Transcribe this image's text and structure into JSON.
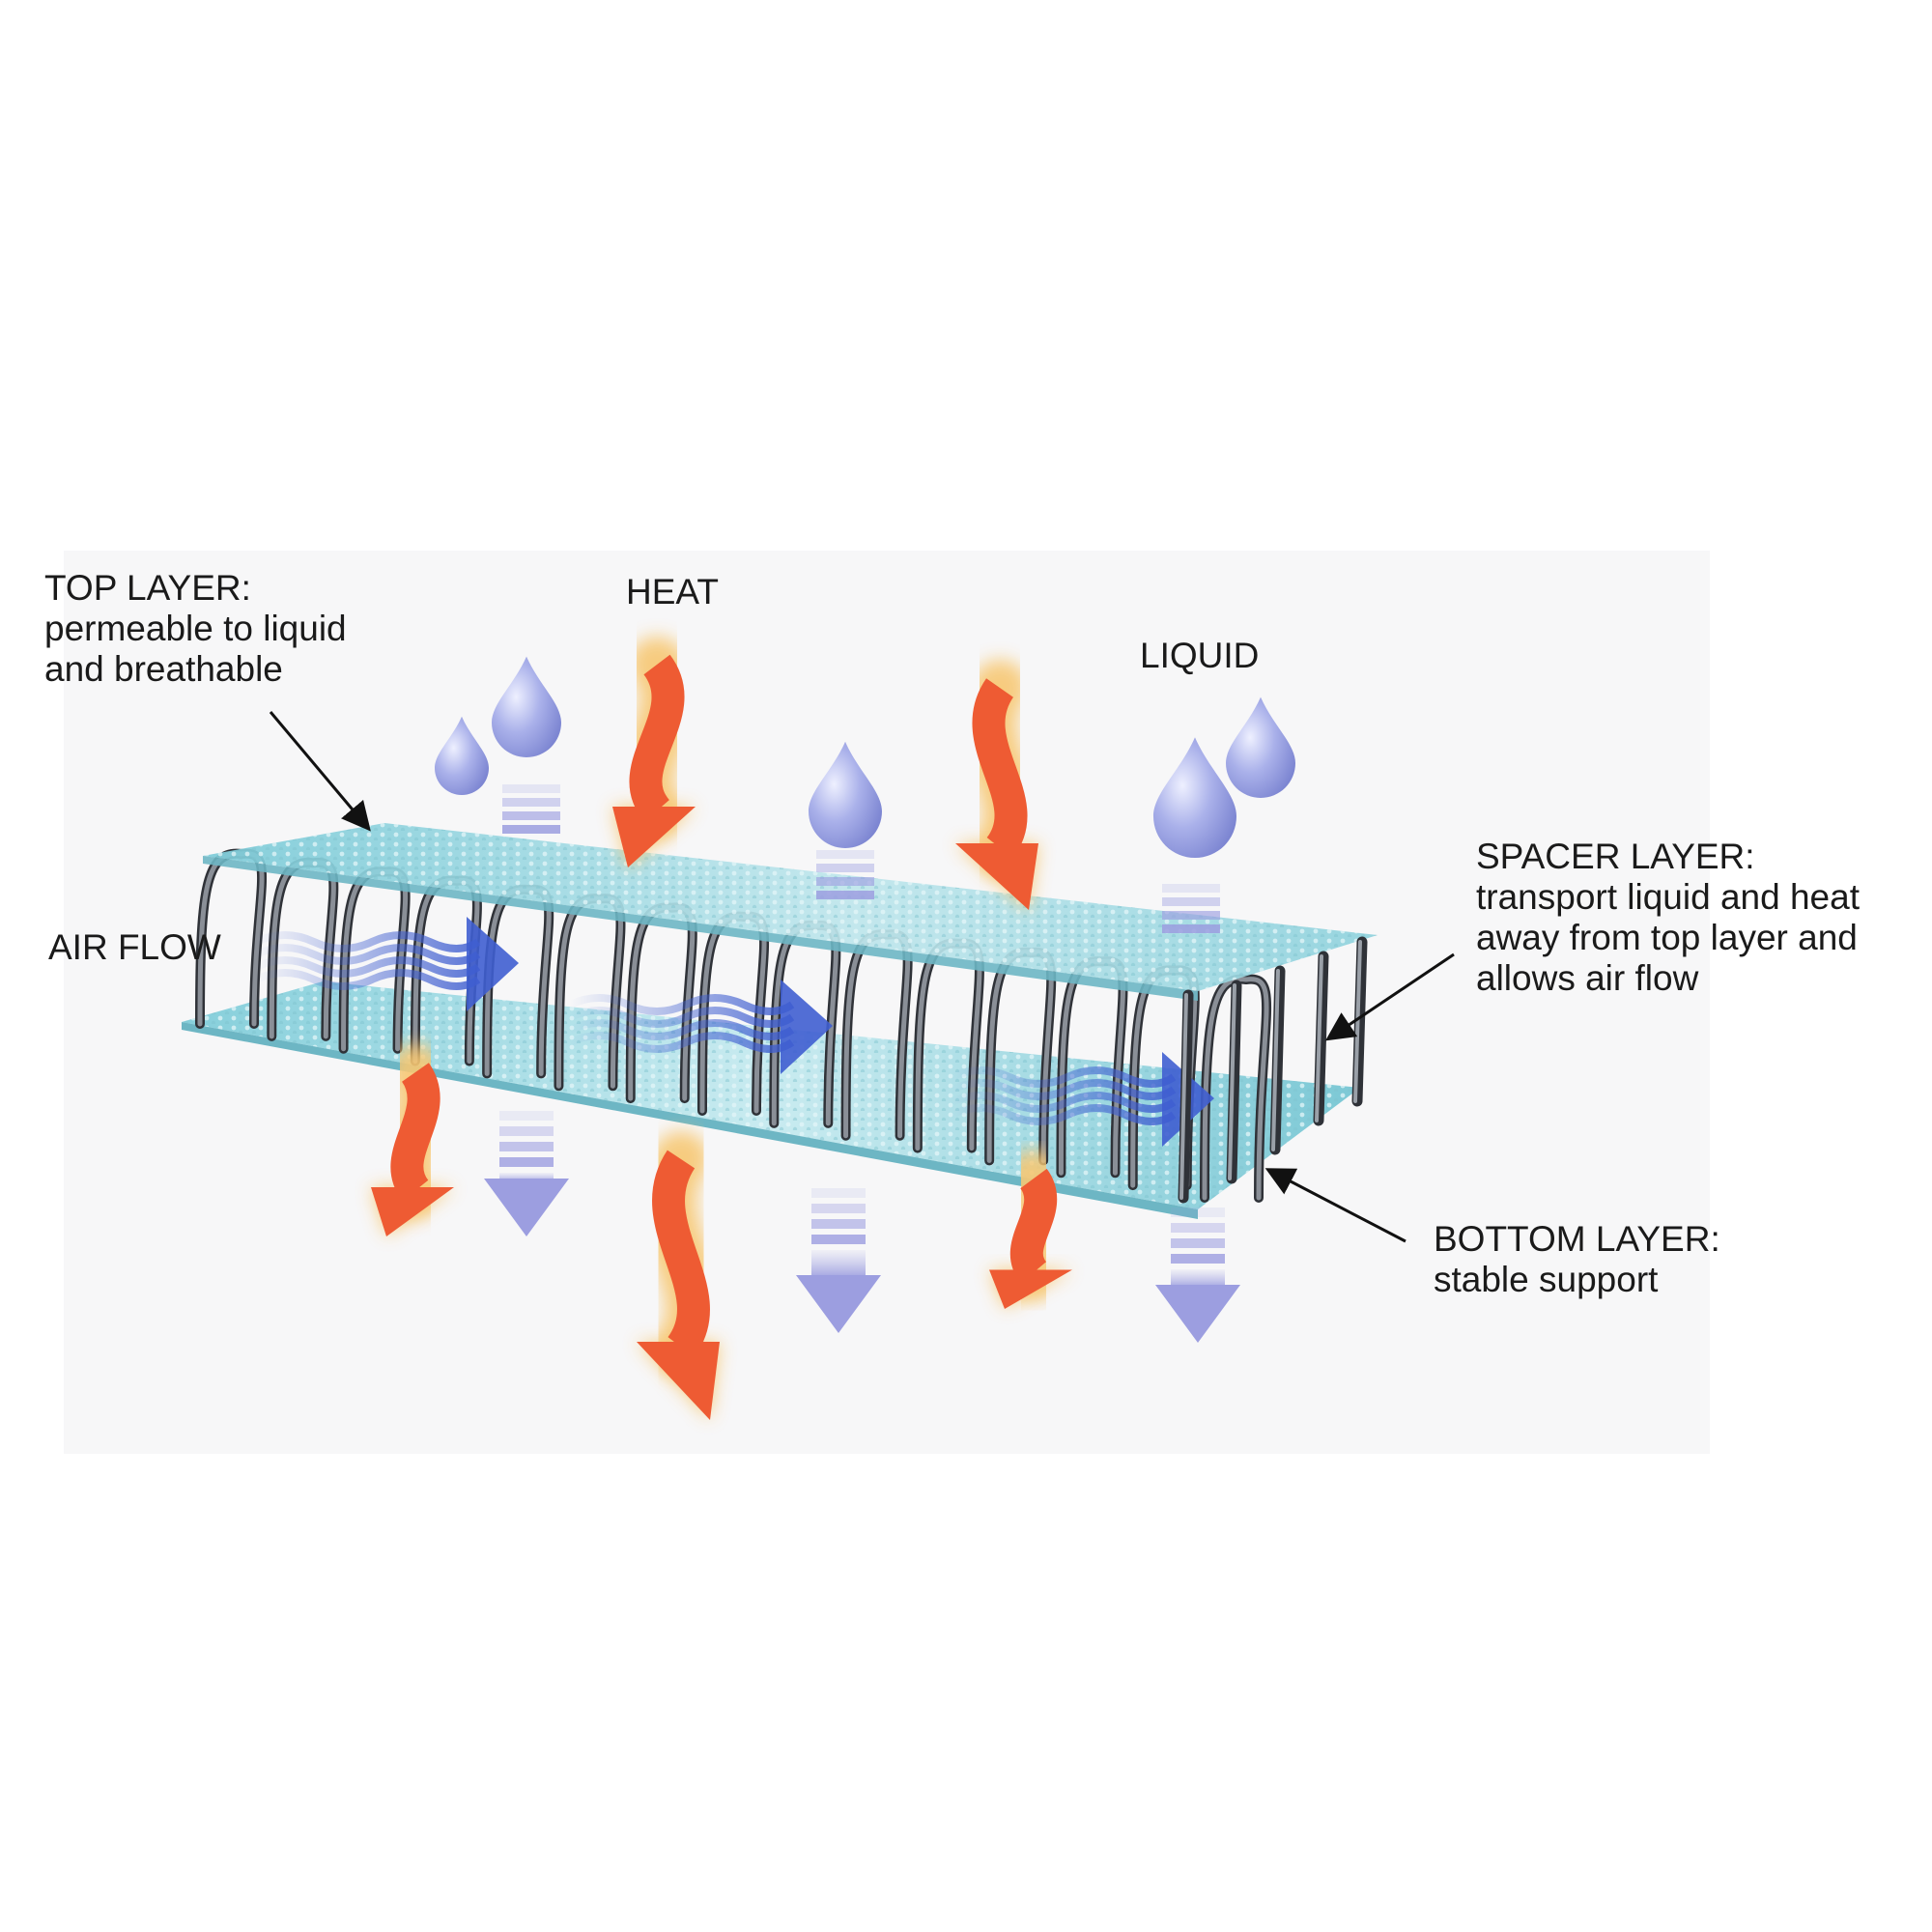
{
  "labels": {
    "top_layer": {
      "title": "TOP LAYER:",
      "line1": "permeable to liquid",
      "line2": "and breathable"
    },
    "heat": "HEAT",
    "liquid": "LIQUID",
    "air_flow": "AIR FLOW",
    "spacer_layer": {
      "title": "SPACER LAYER:",
      "line1": "transport liquid and heat",
      "line2": "away from top layer and",
      "line3": "allows air flow"
    },
    "bottom_layer": {
      "title": "BOTTOM LAYER:",
      "line1": "stable support"
    }
  },
  "colors": {
    "fabric": "#9fd6e0",
    "fabric_dots": "#dff3f6",
    "fiber": "#5b5f66",
    "heat_arrow": "#ee5b33",
    "heat_glow": "#f7c873",
    "droplet": "#9aa2e0",
    "air_arrow": "#3f5ed0",
    "down_arrow": "#b3b4e6",
    "pointer": "#111111"
  },
  "icons": {
    "heat": "wavy-heat-arrow-icon",
    "liquid": "droplet-icon",
    "air": "air-flow-arrow-icon",
    "drain": "down-arrow-icon"
  }
}
